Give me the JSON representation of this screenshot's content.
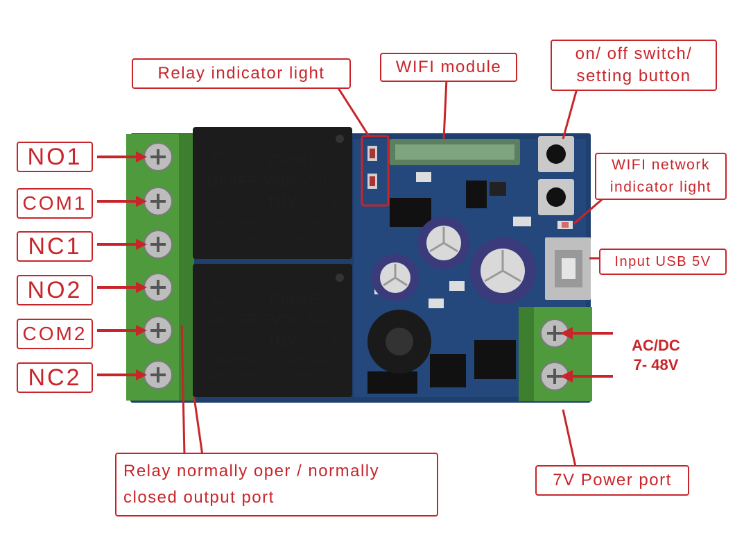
{
  "terminals": [
    "NO1",
    "COM1",
    "NC1",
    "NO2",
    "COM2",
    "NC2"
  ],
  "callouts": {
    "relay_indicator": "Relay indicator light",
    "wifi_module": "WIFI module",
    "switch_line1": "on/ off switch/",
    "switch_line2": "setting button",
    "wifi_indicator_line1": "WIFI network",
    "wifi_indicator_line2": "indicator light",
    "usb_input": "Input USB 5V",
    "relay_output_line1": "Relay normally oper / normally",
    "relay_output_line2": "closed output port",
    "power_port": "7V Power port"
  },
  "voltage": {
    "line1": "AC/DC",
    "line2": "7- 48V"
  },
  "relay": {
    "brand": "GuoKE",
    "model": "GK3FF-5VDC-S-C",
    "cert1": "c",
    "cert2": "us",
    "cert3": "TUV",
    "cert4": "cqc",
    "rating_row1_a": "10A/250VAC",
    "rating_row1_b": "7A/250VAC",
    "rating_row2_a": "12A/125VAC",
    "rating_row2_b": "19F5TL"
  },
  "colors": {
    "accent": "#c8252a",
    "pcb": "#1f3f6e",
    "terminal_block": "#4e9a3c",
    "relay": "#1c1c1c"
  }
}
